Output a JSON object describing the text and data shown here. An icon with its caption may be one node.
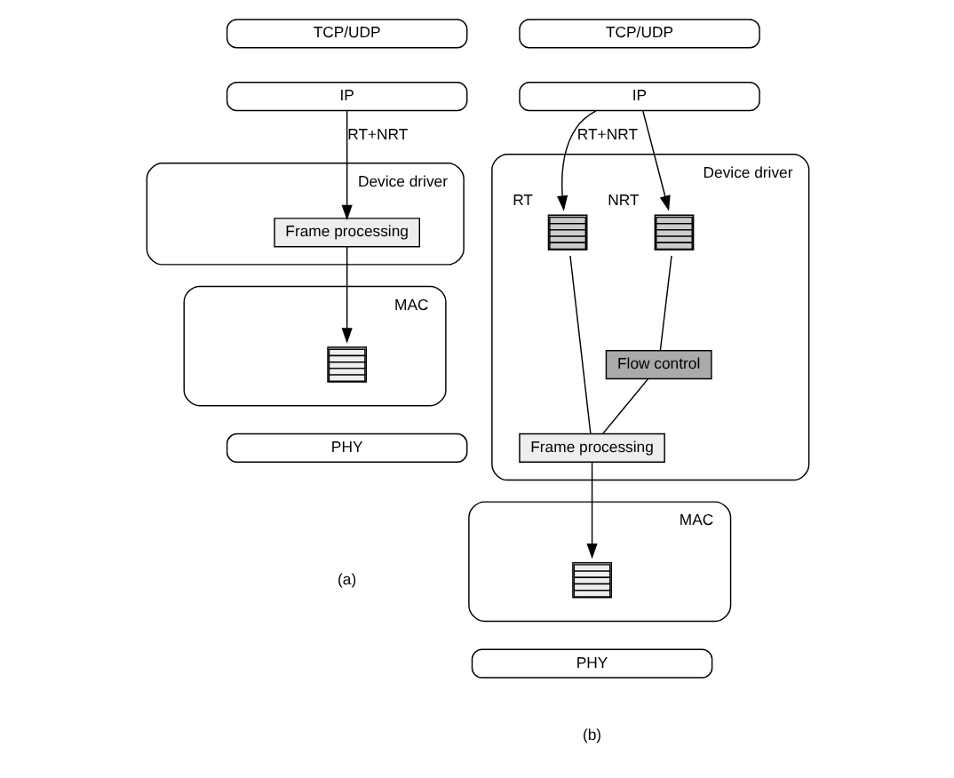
{
  "diagram": {
    "nodes": [
      {
        "text": [
          "TCP/UDP"
        ]
      },
      {
        "text": [
          "IP"
        ]
      },
      {
        "text": [
          "Device driver"
        ]
      },
      {
        "text": [
          "Frame processing"
        ],
        "in": 2
      },
      {
        "text": [
          "MAC"
        ]
      },
      {
        "text": [],
        "shape": "queue",
        "in": 4
      },
      {
        "text": [
          "PHY"
        ]
      },
      {
        "text": [
          "TCP/UDP"
        ]
      },
      {
        "text": [
          "IP"
        ]
      },
      {
        "text": [
          "Device driver"
        ]
      },
      {
        "text": [],
        "shape": "queue",
        "in": 9,
        "beside": [
          "RT"
        ]
      },
      {
        "text": [],
        "shape": "queue",
        "in": 9,
        "beside": [
          "NRT"
        ]
      },
      {
        "text": [
          "Flow control"
        ],
        "in": 9
      },
      {
        "text": [
          "Frame processing"
        ],
        "in": 9
      },
      {
        "text": [
          "MAC"
        ]
      },
      {
        "text": [],
        "shape": "queue",
        "in": 14
      },
      {
        "text": [
          "PHY"
        ]
      }
    ],
    "edges": [
      {
        "from": 1,
        "to": 3,
        "arrow": "to",
        "label": "RT+NRT"
      },
      {
        "from": 3,
        "to": 5,
        "arrow": "to"
      },
      {
        "from": 8,
        "to": 10,
        "arrow": "to",
        "label": "RT+NRT"
      },
      {
        "from": 8,
        "to": 11,
        "arrow": "to"
      },
      {
        "from": 10,
        "to": 13,
        "arrow": "none"
      },
      {
        "from": 11,
        "to": 12,
        "arrow": "none"
      },
      {
        "from": 12,
        "to": 13,
        "arrow": "none"
      },
      {
        "from": 13,
        "to": 15,
        "arrow": "to"
      }
    ],
    "labels": [
      "(a)",
      "(b)"
    ]
  }
}
